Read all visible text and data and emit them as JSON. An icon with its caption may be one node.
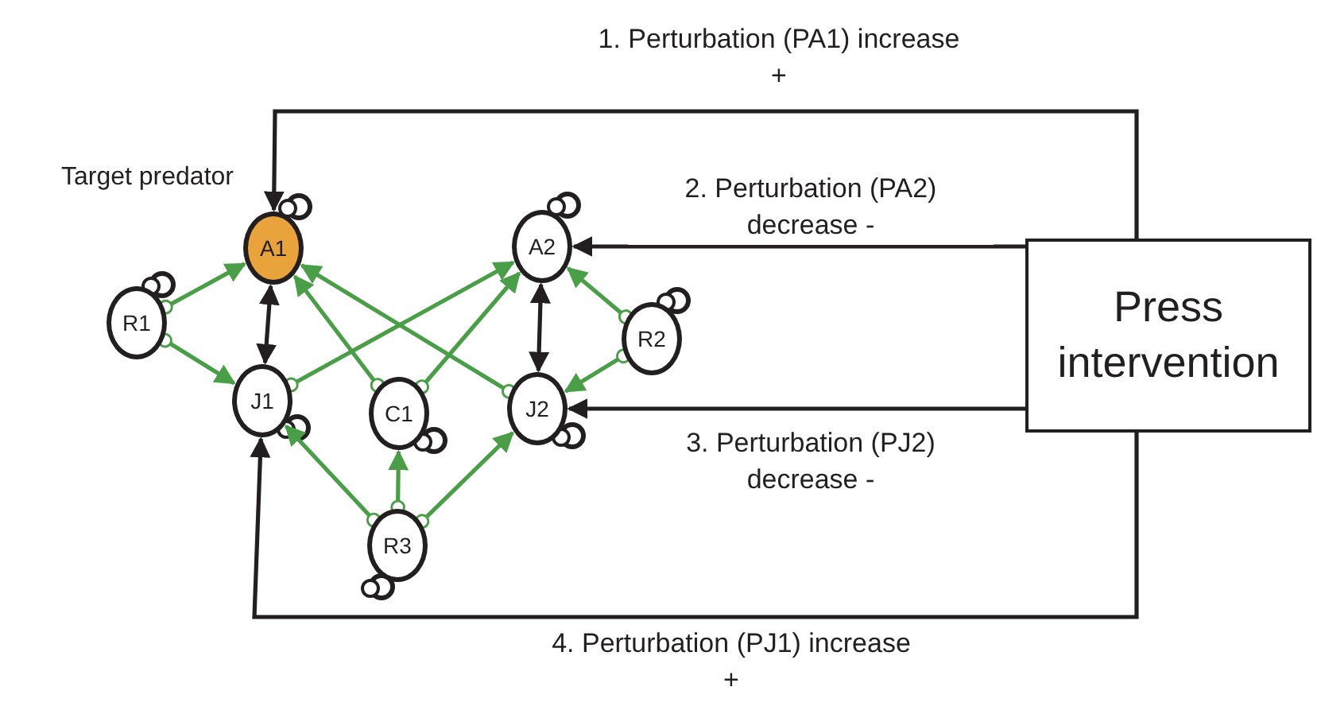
{
  "diagram": {
    "nodes": [
      {
        "text": [
          "A1"
        ],
        "beside": [
          "Target predator"
        ]
      },
      {
        "text": [
          "A2"
        ]
      },
      {
        "text": [
          "R1"
        ]
      },
      {
        "text": [
          "J1"
        ]
      },
      {
        "text": [
          "C1"
        ]
      },
      {
        "text": [
          "J2"
        ]
      },
      {
        "text": [
          "R2"
        ]
      },
      {
        "text": [
          "R3"
        ]
      },
      {
        "text": [
          "Press intervention"
        ]
      }
    ],
    "edges": [
      {
        "from": 2,
        "to": 0,
        "arrow": "to"
      },
      {
        "from": 2,
        "to": 3,
        "arrow": "to"
      },
      {
        "from": 3,
        "to": 1,
        "arrow": "to"
      },
      {
        "from": 4,
        "to": 0,
        "arrow": "to"
      },
      {
        "from": 4,
        "to": 1,
        "arrow": "to"
      },
      {
        "from": 5,
        "to": 0,
        "arrow": "to"
      },
      {
        "from": 6,
        "to": 1,
        "arrow": "to"
      },
      {
        "from": 6,
        "to": 5,
        "arrow": "to"
      },
      {
        "from": 7,
        "to": 3,
        "arrow": "to"
      },
      {
        "from": 7,
        "to": 4,
        "arrow": "to"
      },
      {
        "from": 7,
        "to": 5,
        "arrow": "to"
      },
      {
        "from": 0,
        "to": 3,
        "arrow": "both",
        "color": "#231f20"
      },
      {
        "from": 1,
        "to": 5,
        "arrow": "both",
        "color": "#231f20"
      },
      {
        "from": 8,
        "to": 0,
        "arrow": "to",
        "color": "#231f20",
        "label": "1. Perturbation (PA1) increase +"
      },
      {
        "from": 8,
        "to": 1,
        "arrow": "to",
        "color": "#231f20",
        "label": "2. Perturbation (PA2) decrease -"
      },
      {
        "from": 8,
        "to": 5,
        "arrow": "to",
        "color": "#231f20",
        "label": "3. Perturbation (PJ2) decrease -"
      },
      {
        "from": 8,
        "to": 3,
        "arrow": "to",
        "color": "#231f20",
        "label": "4. Perturbation (PJ1) increase +"
      }
    ]
  }
}
